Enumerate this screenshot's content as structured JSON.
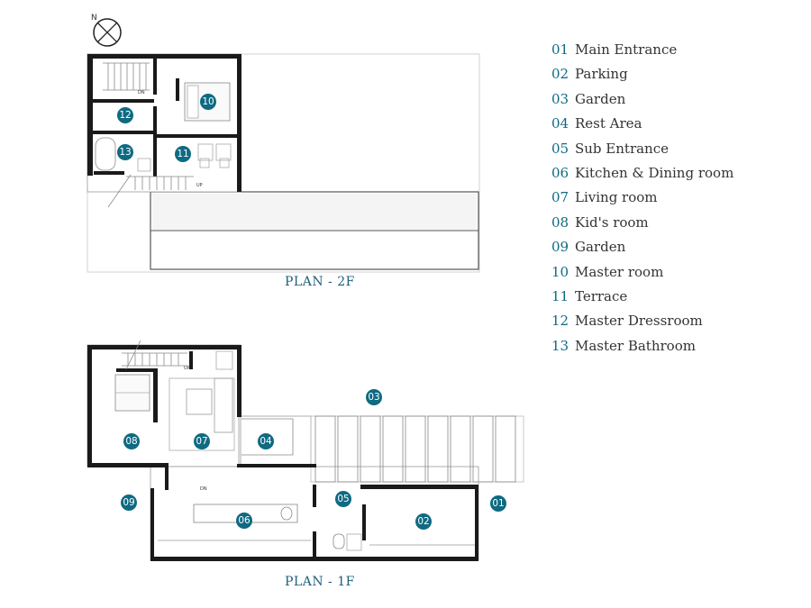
{
  "captions": {
    "plan_2f": "PLAN - 2F",
    "plan_1f": "PLAN - 1F"
  },
  "compass": {
    "label": "N"
  },
  "legend": [
    {
      "num": "01",
      "label": "Main Entrance"
    },
    {
      "num": "02",
      "label": "Parking"
    },
    {
      "num": "03",
      "label": "Garden"
    },
    {
      "num": "04",
      "label": "Rest Area"
    },
    {
      "num": "05",
      "label": "Sub Entrance"
    },
    {
      "num": "06",
      "label": "Kitchen & Dining room"
    },
    {
      "num": "07",
      "label": "Living room"
    },
    {
      "num": "08",
      "label": "Kid's room"
    },
    {
      "num": "09",
      "label": "Garden"
    },
    {
      "num": "10",
      "label": "Master room"
    },
    {
      "num": "11",
      "label": "Terrace"
    },
    {
      "num": "12",
      "label": "Master Dressroom"
    },
    {
      "num": "13",
      "label": "Master Bathroom"
    }
  ],
  "plan_2f_markers": [
    "10",
    "12",
    "13",
    "11"
  ],
  "plan_1f_markers": [
    "03",
    "08",
    "07",
    "04",
    "09",
    "05",
    "06",
    "02",
    "01"
  ],
  "annotations": {
    "up": "UP",
    "dn": "DN"
  },
  "colors": {
    "accent": "#0f6a82",
    "wall": "#1a1a1a",
    "text": "#333333"
  }
}
